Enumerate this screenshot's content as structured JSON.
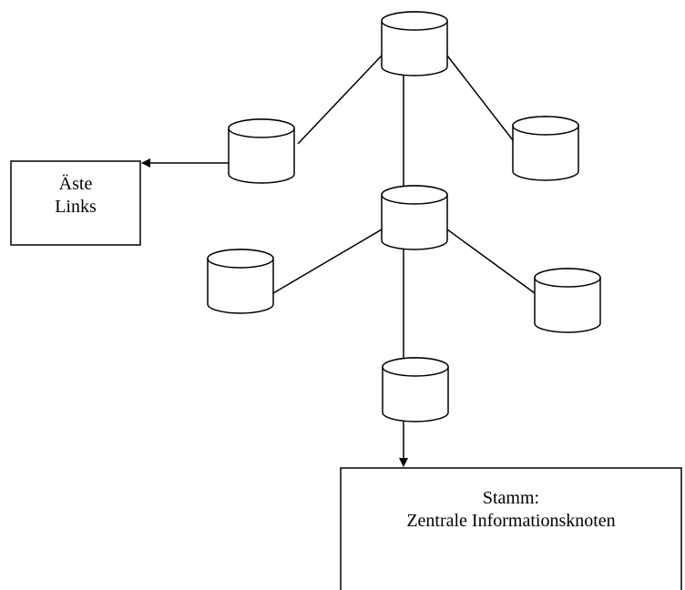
{
  "boxes": {
    "aeste": {
      "line1": "Äste",
      "line2": "Links"
    },
    "stamm": {
      "line1": "Stamm:",
      "line2": "Zentrale Informationsknoten"
    }
  },
  "colors": {
    "stroke": "#000000",
    "fill": "#ffffff"
  },
  "nodes": [
    {
      "id": "root",
      "shape": "cylinder"
    },
    {
      "id": "upper-left",
      "shape": "cylinder"
    },
    {
      "id": "upper-right",
      "shape": "cylinder"
    },
    {
      "id": "center",
      "shape": "cylinder"
    },
    {
      "id": "lower-left",
      "shape": "cylinder"
    },
    {
      "id": "lower-right",
      "shape": "cylinder"
    },
    {
      "id": "bottom",
      "shape": "cylinder"
    }
  ],
  "edges": [
    {
      "from": "root",
      "to": "upper-left",
      "arrow": false
    },
    {
      "from": "root",
      "to": "upper-right",
      "arrow": false
    },
    {
      "from": "root",
      "to": "center",
      "arrow": false
    },
    {
      "from": "upper-left",
      "to": "aeste",
      "arrow": true
    },
    {
      "from": "center",
      "to": "lower-left",
      "arrow": false
    },
    {
      "from": "center",
      "to": "lower-right",
      "arrow": false
    },
    {
      "from": "center",
      "to": "bottom",
      "arrow": false
    },
    {
      "from": "bottom",
      "to": "stamm",
      "arrow": true
    }
  ]
}
